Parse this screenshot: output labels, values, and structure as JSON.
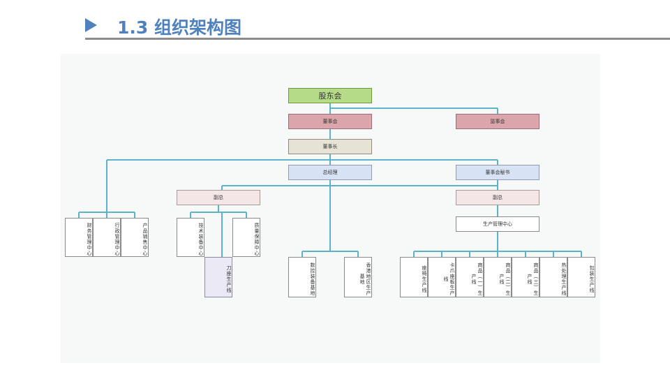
{
  "slide": {
    "title": "1.3 组织架构图"
  },
  "org": {
    "shareholders": "股东会",
    "board": "董事会",
    "supervisors": "监事会",
    "chairman": "董事长",
    "gm": "总经理",
    "board_secretary": "董事会秘书",
    "vp_left": "副总",
    "vp_right": "副总",
    "finance": "财务管理中心",
    "admin": "行政管理中心",
    "sales": "产品销售中心",
    "tech": "技术装备中心",
    "quality": "质量保障中心",
    "line_daowei": "刀座生产线",
    "base_zhuangbei": "数控装备基地",
    "base_xiangang": "香港地区生产基地",
    "prod_center": "生产管理中心",
    "line_zuoyi": "座椅生产线",
    "line_kazhi": "卡爪座板生产线",
    "line_p1": "商品（一）生产线",
    "line_p2": "商品（二）生产线",
    "line_p3": "商品（三）生产线",
    "line_heat": "热处理生产线",
    "line_pack": "包装生产线"
  },
  "colors": {
    "title": "#4f81bd",
    "connector": "#5ab3c8"
  }
}
